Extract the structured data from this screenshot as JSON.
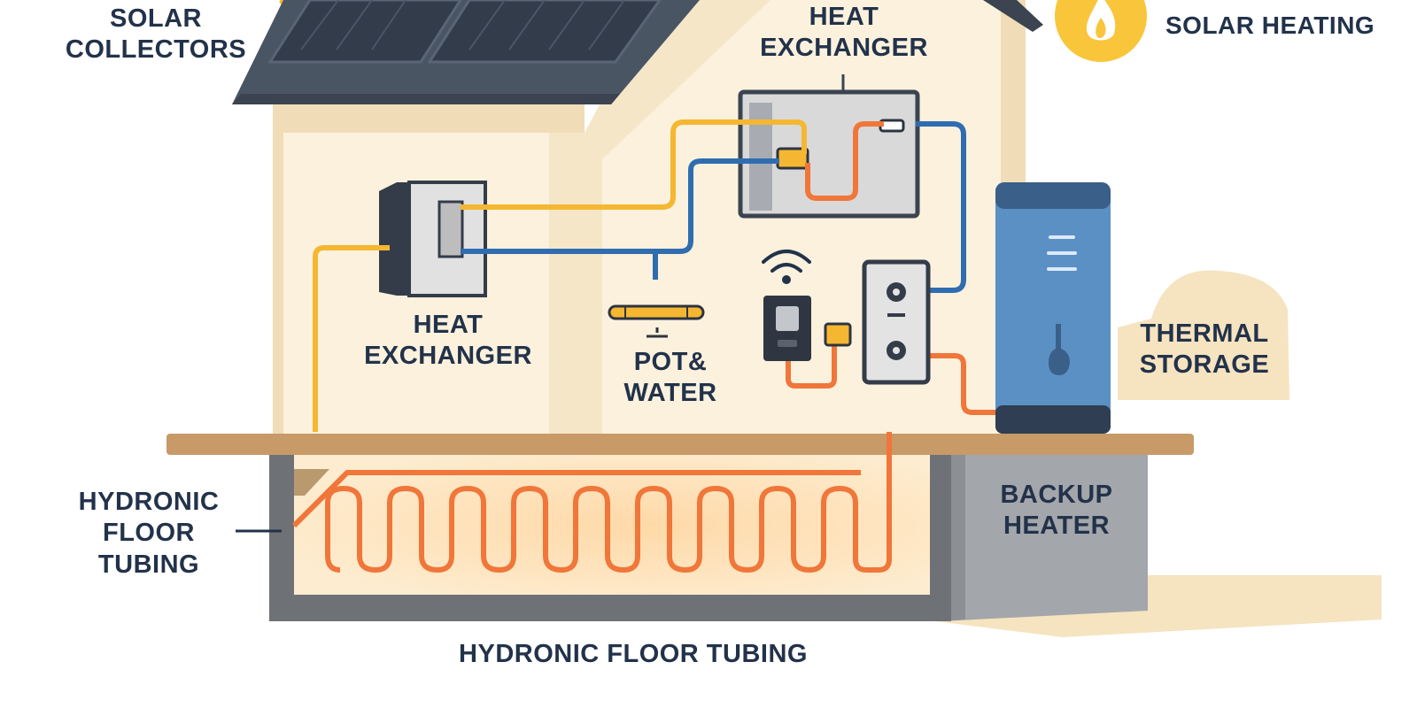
{
  "labels": {
    "solar_collectors_line1": "SOLAR",
    "solar_collectors_line2": "COLLECTORS",
    "heat_exchanger_top_line1": "HEAT",
    "heat_exchanger_top_line2": "EXCHANGER",
    "solar_heating": "SOLAR HEATING",
    "heat_exchanger_left_line1": "HEAT",
    "heat_exchanger_left_line2": "EXCHANGER",
    "pot_water_line1": "POT&",
    "pot_water_line2": "WATER",
    "thermal_storage_line1": "THERMAL",
    "thermal_storage_line2": "STORAGE",
    "hydronic_left_line1": "HYDRONIC",
    "hydronic_left_line2": "FLOOR",
    "hydronic_left_line3": "TUBING",
    "backup_heater_line1": "BACKUP",
    "backup_heater_line2": "HEATER",
    "hydronic_bottom": "HYDRONIC FLOOR TUBING"
  },
  "colors": {
    "hot_pipe": "#f5b731",
    "cold_pipe": "#2f6db0",
    "heat_loop": "#f0763a",
    "wall": "#fbf1dd",
    "roof": "#4a5563",
    "storage_tank": "#5b90c4",
    "foundation": "#6e7277",
    "floor_beam": "#c79a68"
  },
  "icons": [
    "sun-rays-icon",
    "flame-icon",
    "wifi-icon",
    "thermometer-icon",
    "water-drop-icon"
  ]
}
